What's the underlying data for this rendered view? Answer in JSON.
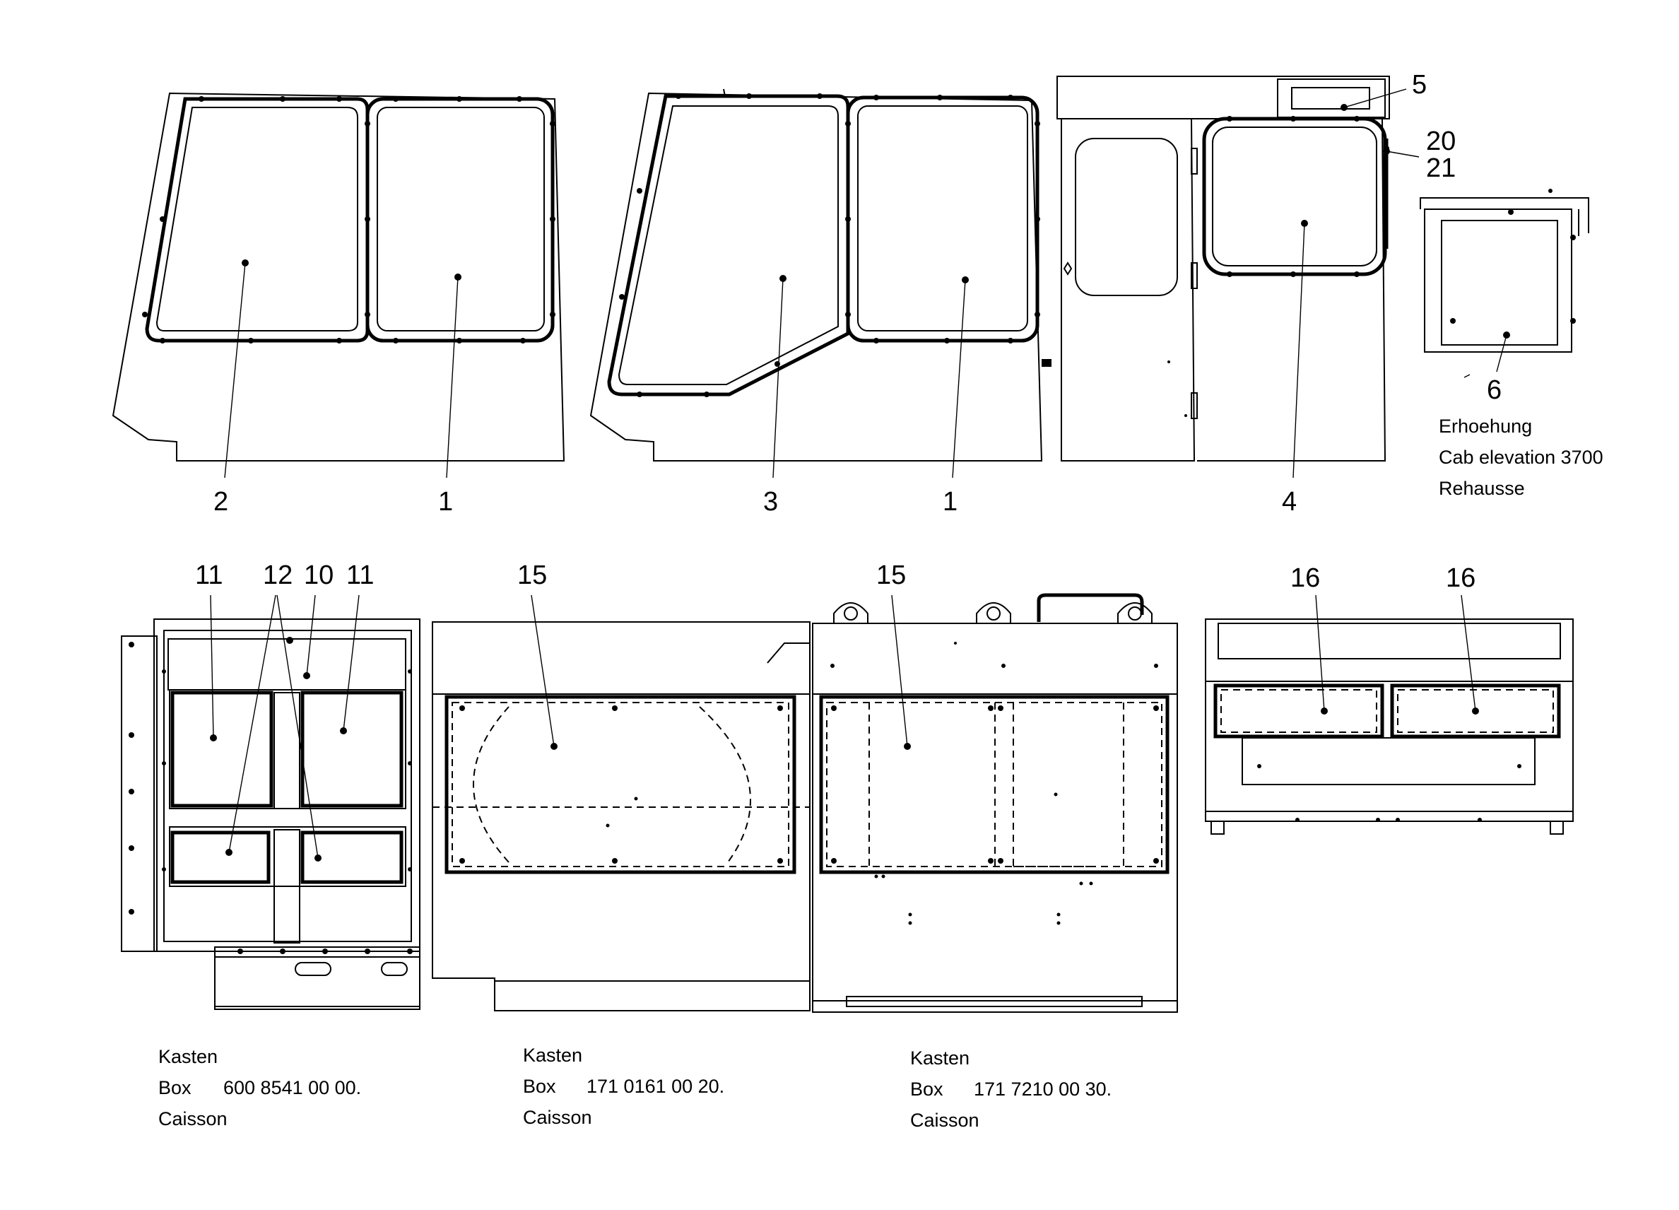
{
  "callouts": {
    "c1a": "1",
    "c2": "2",
    "c3": "3",
    "c1b": "1",
    "c4": "4",
    "c5": "5",
    "c20": "20",
    "c21": "21",
    "c6": "6",
    "c11a": "11",
    "c12": "12",
    "c10": "10",
    "c11b": "11",
    "c15a": "15",
    "c15b": "15",
    "c16a": "16",
    "c16b": "16"
  },
  "elevation": {
    "line1": "Erhoehung",
    "line2": "Cab elevation 3700",
    "line3": "Rehausse"
  },
  "boxes": [
    {
      "line1": "Kasten",
      "box_label": "Box",
      "part_no": "600 8541 00 00.",
      "line3": "Caisson"
    },
    {
      "line1": "Kasten",
      "box_label": "Box",
      "part_no": "171 0161 00 20.",
      "line3": "Caisson"
    },
    {
      "line1": "Kasten",
      "box_label": "Box",
      "part_no": "171 7210 00 30.",
      "line3": "Caisson"
    }
  ]
}
